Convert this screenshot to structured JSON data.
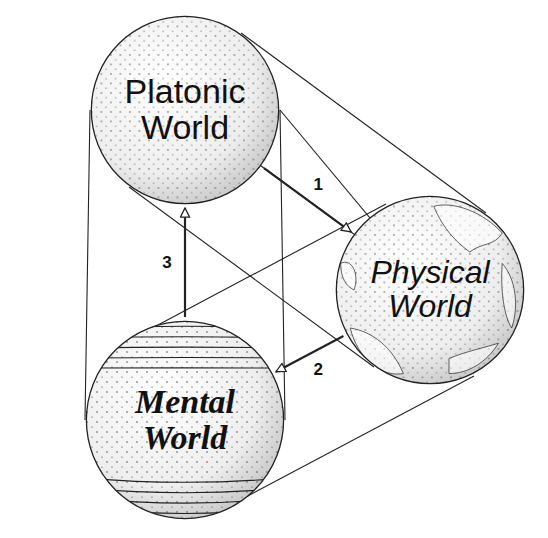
{
  "diagram": {
    "nodes": [
      {
        "text": [
          "Platonic World"
        ]
      },
      {
        "text": [
          "Physical World"
        ]
      },
      {
        "text": [
          "Mental World"
        ]
      }
    ],
    "edges": [
      {
        "from": 0,
        "to": 1,
        "arrow": "to",
        "label": "1"
      },
      {
        "from": 1,
        "to": 2,
        "arrow": "to",
        "label": "2"
      },
      {
        "from": 2,
        "to": 0,
        "arrow": "to",
        "label": "3"
      }
    ]
  }
}
